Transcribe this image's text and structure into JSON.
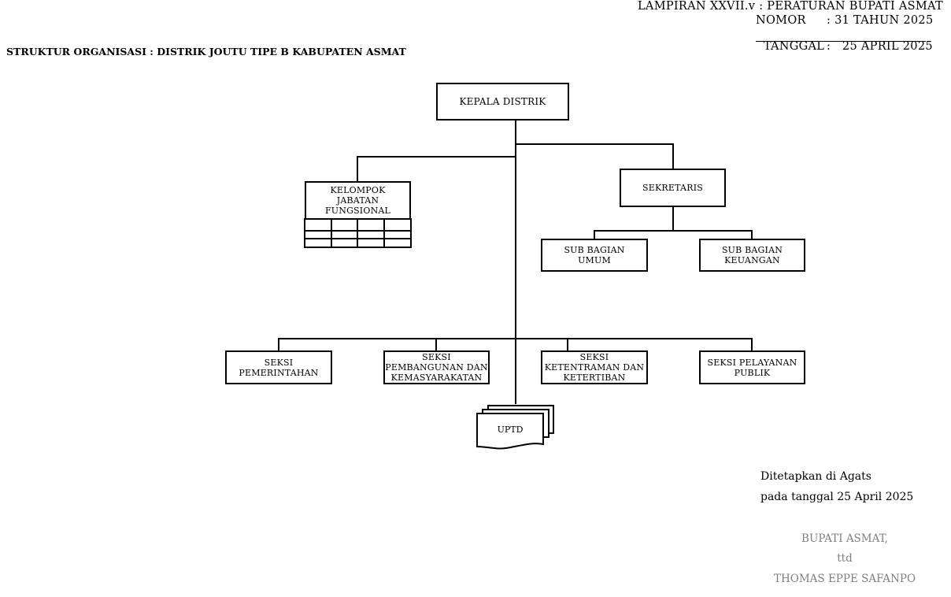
{
  "header": {
    "lampiran": "LAMPIRAN XXVII.v : PERATURAN BUPATI ASMAT",
    "nomor_label": "NOMOR",
    "nomor_value": ": 31 TAHUN 2025",
    "tanggal_label": "TANGGAL",
    "tanggal_value": ":   25 APRIL 2025"
  },
  "title": "STRUKTUR ORGANISASI : DISTRIK JOUTU TIPE B KABUPATEN ASMAT",
  "org": {
    "kepala": "KEPALA DISTRIK",
    "jabatan_fungsional": [
      "KELOMPOK",
      "JABATAN",
      "FUNGSIONAL"
    ],
    "sekretaris": "SEKRETARIS",
    "sub_umum": [
      "SUB BAGIAN",
      "UMUM"
    ],
    "sub_keuangan": [
      "SUB BAGIAN",
      "KEUANGAN"
    ],
    "seksi_pemerintahan": [
      "SEKSI",
      "PEMERINTAHAN"
    ],
    "seksi_pembangunan": [
      "SEKSI",
      "PEMBANGUNAN DAN",
      "KEMASYARAKATAN"
    ],
    "seksi_ketentraman": [
      "SEKSI",
      "KETENTRAMAN DAN",
      "KETERTIBAN"
    ],
    "seksi_pelayanan": [
      "SEKSI PELAYANAN",
      "PUBLIK"
    ],
    "uptd": "UPTD"
  },
  "footer": {
    "ditetapkan": "Ditetapkan di Agats",
    "tanggal": "pada tanggal 25 April 2025",
    "jabatan": "BUPATI ASMAT,",
    "ttd": "ttd",
    "nama": "THOMAS EPPE SAFANPO"
  }
}
